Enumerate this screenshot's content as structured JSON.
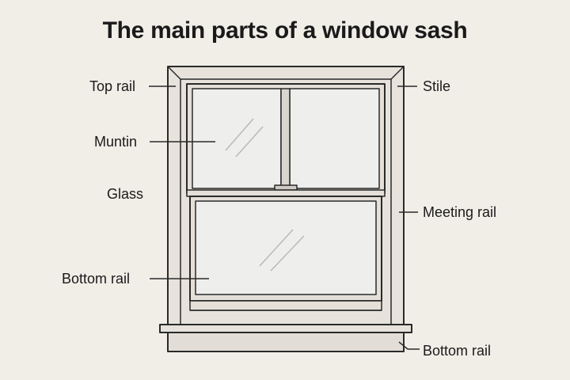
{
  "title": "The main parts of a window sash",
  "labels": {
    "top_rail": "Top rail",
    "muntin": "Muntin",
    "glass": "Glass",
    "bottom_rail_left": "Bottom rail",
    "stile": "Stile",
    "meeting_rail": "Meeting rail",
    "bottom_rail_right": "Bottom rail"
  },
  "colors": {
    "background": "#f1eee8",
    "frame": "#e7e3dc",
    "glass": "#eeeeec",
    "line": "#2a2a2a"
  }
}
